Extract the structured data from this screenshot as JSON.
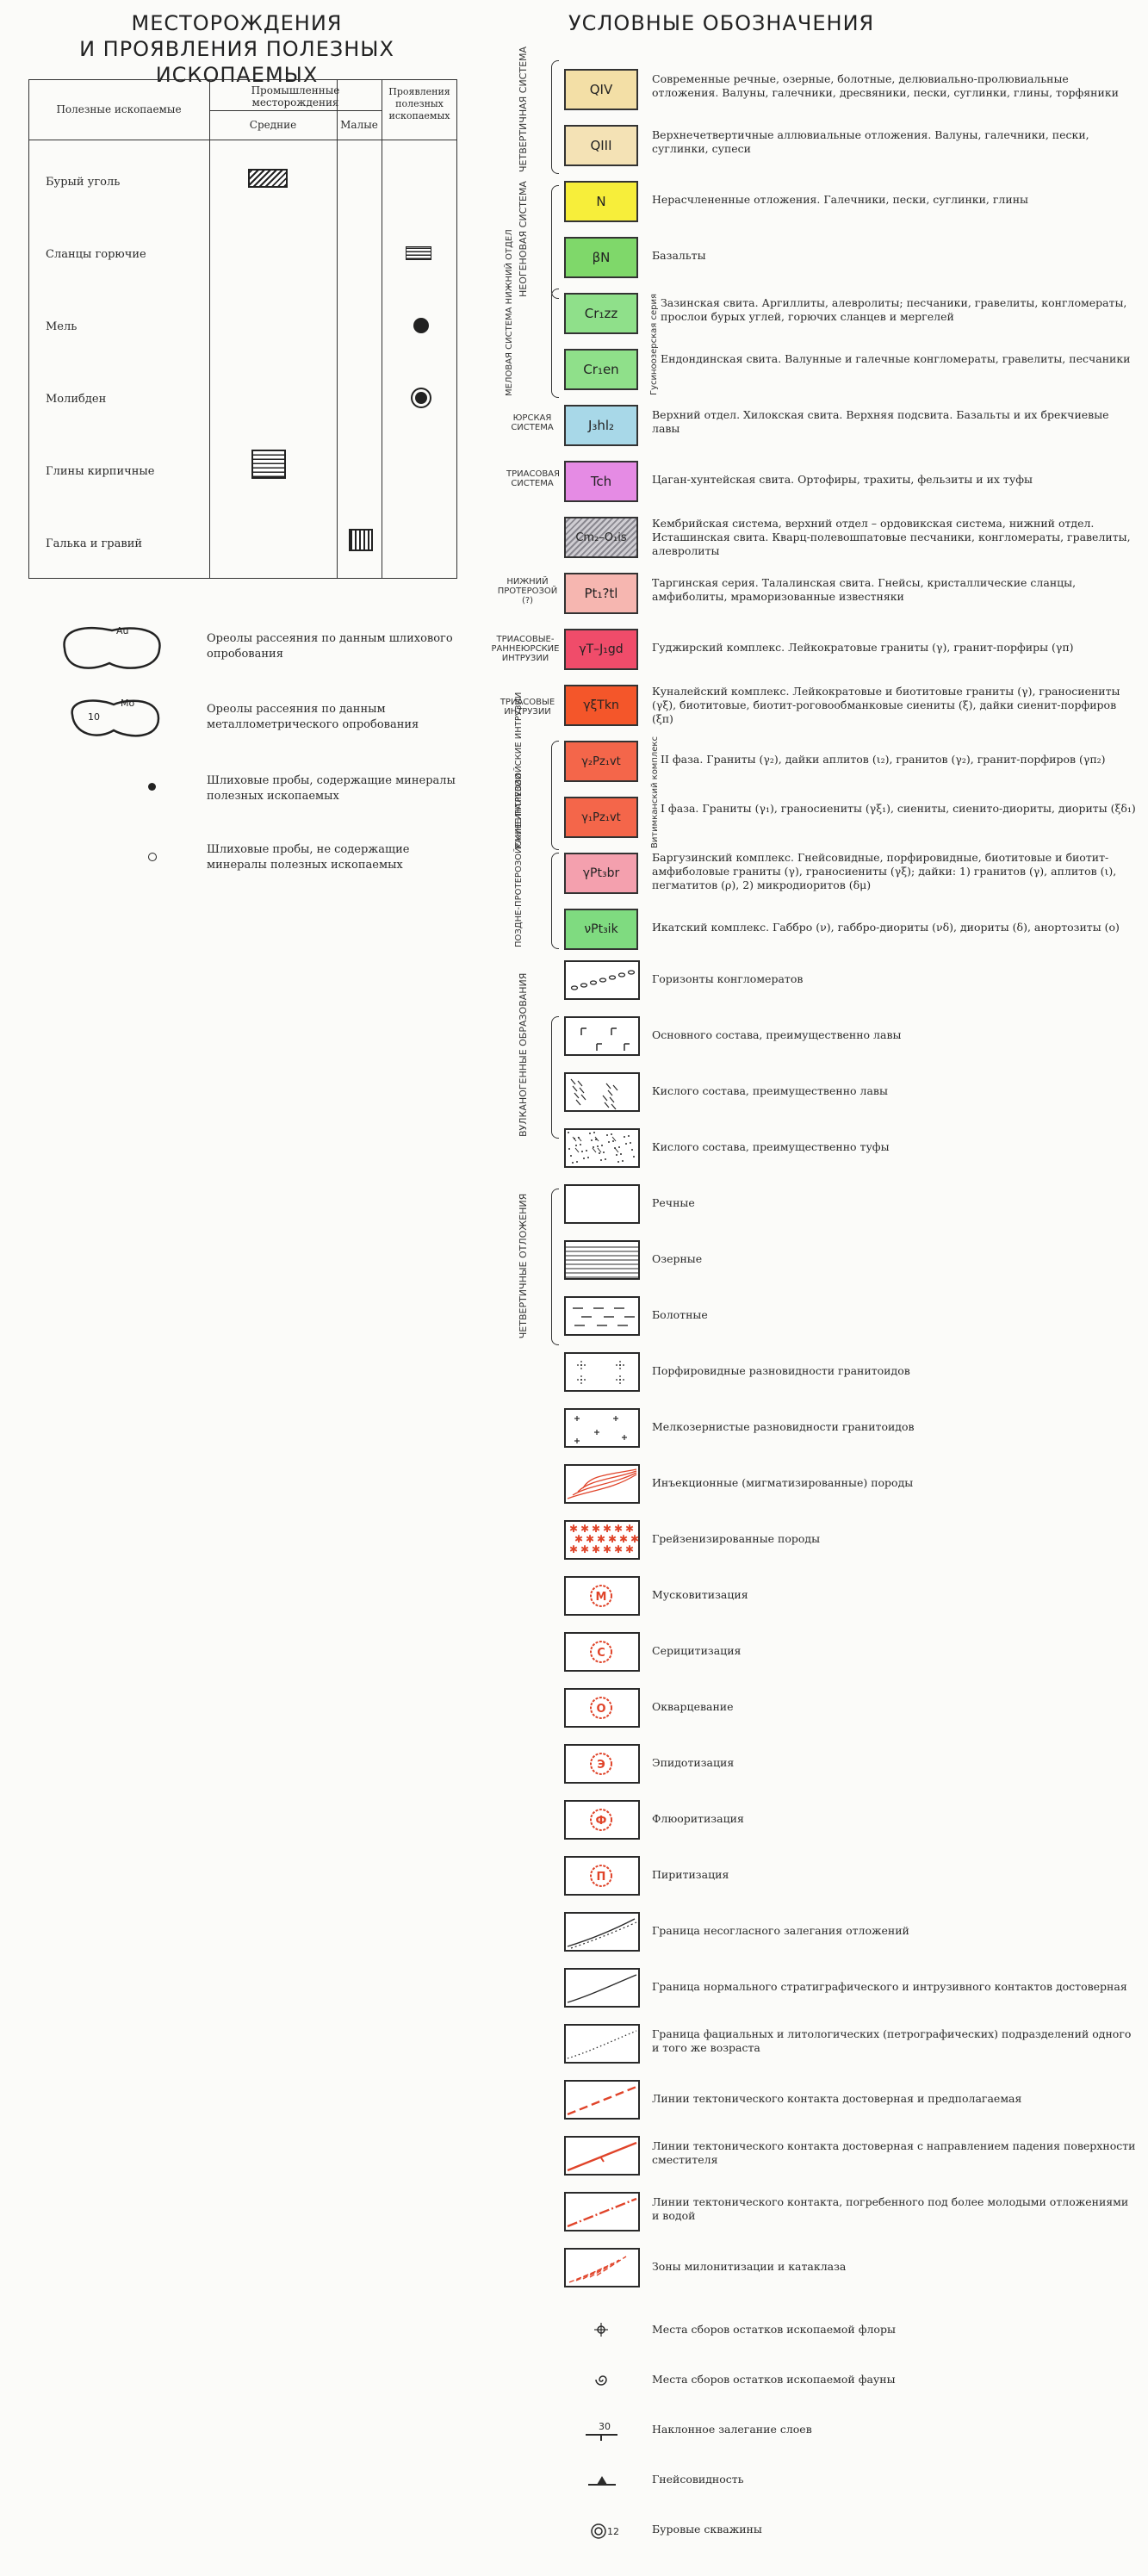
{
  "titles": {
    "left": [
      "МЕСТОРОЖДЕНИЯ",
      "И ПРОЯВЛЕНИЯ ПОЛЕЗНЫХ ИСКОПАЕМЫХ"
    ],
    "right": "УСЛОВНЫЕ ОБОЗНАЧЕНИЯ"
  },
  "deposits": {
    "headers": {
      "mineral": "Полезные ископаемые",
      "industrial": "Промышленные месторождения",
      "medium": "Средние",
      "small": "Малые",
      "occurrences": "Проявления полезных ископаемых"
    },
    "rows": [
      {
        "name": "Бурый уголь",
        "symbol": "brown-coal-hatch",
        "column": "medium"
      },
      {
        "name": "Сланцы горючие",
        "symbol": "oil-shale-hatch",
        "column": "occurrences"
      },
      {
        "name": "Мель",
        "symbol": "copper-dot",
        "column": "occurrences"
      },
      {
        "name": "Молибден",
        "symbol": "molybdenum-sun",
        "column": "occurrences"
      },
      {
        "name": "Глины кирпичные",
        "symbol": "brick-clay-grid",
        "column": "medium"
      },
      {
        "name": "Галька и гравий",
        "symbol": "gravel-grid",
        "column": "small"
      }
    ]
  },
  "sampling": [
    {
      "text": "Ореолы рассеяния по данным шлихового опробования",
      "label": "Au"
    },
    {
      "text": "Ореолы рассеяния по данным металлометрического опробования",
      "labels": [
        "10",
        "Mo"
      ]
    },
    {
      "text": "Шлиховые пробы, содержащие минералы полезных ископаемых"
    },
    {
      "text": "Шлиховые пробы, не содержащие минералы полезных ископаемых"
    }
  ],
  "groups": {
    "quaternary_system": "ЧЕТВЕРТИЧНАЯ СИСТЕМА",
    "neogene_system": "НЕОГЕНОВАЯ СИСТЕМА",
    "cretaceous": "МЕЛОВАЯ СИСТЕМА НИЖНИЙ ОТДЕЛ",
    "gusinoozersk": "Гусиноозерская серия",
    "jurassic": "ЮРСКАЯ СИСТЕМА",
    "triassic": "ТРИАСОВАЯ СИСТЕМА",
    "lower_proterozoic": "НИЖНИЙ ПРОТЕРОЗОЙ (?)",
    "triassic_early_jurassic": "ТРИАСОВЫЕ-РАННЕЮРСКИЕ ИНТРУЗИИ",
    "triassic_intrusions": "ТРИАСОВЫЕ ИНТРУЗИИ",
    "early_paleozoic": "РАННЕ-ПАЛЕОЗОЙСКИЕ ИНТРУЗИИ",
    "vitim": "Витимканский комплекс",
    "late_proterozoic": "ПОЗДНЕ-ПРОТЕРОЗОЙСКИЕ ИНТРУЗИИ",
    "volcanogenic": "ВУЛКАНОГЕННЫЕ ОБРАЗОВАНИЯ",
    "quaternary_deposits": "ЧЕТВЕРТИЧНЫЕ ОТЛОЖЕНИЯ"
  },
  "legend": [
    {
      "code": "Q_IV",
      "label": "QIV",
      "color": "#f3dfa6",
      "text": "Современные речные, озерные, болотные, делювиально-пролювиальные отложения. Валуны, галечники, дресвяники, пески, суглинки, глины, торфяники"
    },
    {
      "code": "Q_III",
      "label": "QIII",
      "color": "#f4e2b5",
      "text": "Верхнечетвертичные аллювиальные отложения. Валуны, галечники, пески, суглинки, супеси"
    },
    {
      "code": "N",
      "label": "N",
      "color": "#f7ee3a",
      "text": "Нерасчлененные отложения. Галечники, пески, суглинки, глины"
    },
    {
      "code": "betaN",
      "label": "βN",
      "color": "#7fd86a",
      "text": "Базальты"
    },
    {
      "code": "Cr1zz",
      "label": "Cr₁zz",
      "color": "#8fe08a",
      "text": "Зазинская свита. Аргиллиты, алевролиты; песчаники, гравелиты, конгломераты, прослои бурых углей, горючих сланцев и мергелей"
    },
    {
      "code": "Cr1en",
      "label": "Cr₁en",
      "color": "#8fe08a",
      "text": "Ендондинская свита. Валунные и галечные конгломераты, гравелиты, песчаники"
    },
    {
      "code": "J3hl2",
      "label": "J₃hl₂",
      "color": "#a8d8e8",
      "text": "Верхний отдел. Хилокская свита. Верхняя подсвита. Базальты и их брекчиевые лавы"
    },
    {
      "code": "Tch",
      "label": "Tch",
      "color": "#e58be4",
      "text": "Цаган-хунтейская свита. Ортофиры, трахиты, фельзиты и их туфы"
    },
    {
      "code": "Cm2-O1is",
      "label": "Cm₂–O₁is",
      "color": "#b5b3b8",
      "text": "Кембрийская система, верхний отдел – ордовикская система, нижний отдел. Исташинская свита. Кварц-полевошпатовые песчаники, конгломераты, гравелиты, алевролиты"
    },
    {
      "code": "Pt1?tl",
      "label": "Pt₁?tl",
      "color": "#f6b6b0",
      "text": "Таргинская серия. Талалинская свита. Гнейсы, кристаллические сланцы, амфиболиты, мраморизованные известняки"
    },
    {
      "code": "gammaT-J1gd",
      "label": "γT–J₁gd",
      "color": "#f04c6a",
      "text": "Гуджирский комплекс. Лейкократовые граниты (γ), гранит-порфиры (γπ)"
    },
    {
      "code": "gammaXiTkn",
      "label": "γξTkn",
      "color": "#f4562a",
      "text": "Куналейский комплекс. Лейкократовые и биотитовые граниты (γ), граносиениты (γξ), биотитовые, биотит-роговообманковые сиениты (ξ), дайки сиенит-порфиров (ξπ)"
    },
    {
      "code": "gamma2Pz1vt",
      "label": "γ₂Pz₁vt",
      "color": "#f4664a",
      "text": "II фаза. Граниты (γ₂), дайки аплитов (ι₂), гранитов (γ₂), гранит-порфиров (γπ₂)"
    },
    {
      "code": "gamma1Pz1vt",
      "label": "γ₁Pz₁vt",
      "color": "#f4664a",
      "text": "I фаза. Граниты (γ₁), граносиениты (γξ₁), сиениты, сиенито-диориты, диориты (ξδ₁)"
    },
    {
      "code": "gammaPt3br",
      "label": "γPt₃br",
      "color": "#f4a0ae",
      "text": "Баргузинский комплекс. Гнейсовидные, порфировидные, биотитовые и биотит-амфиболовые граниты (γ), граносиениты (γξ); дайки: 1) гранитов (γ), аплитов (ι), пегматитов (ρ), 2) микродиоритов (δμ)"
    },
    {
      "code": "nuPt3ik",
      "label": "νPt₃ik",
      "color": "#7fdb80",
      "text": "Икатский комплекс. Габбро (ν), габбро-диориты (νδ), диориты (δ), анортозиты (ο)"
    }
  ],
  "patterns": [
    {
      "name": "conglomerate-horizons",
      "text": "Горизонты конгломератов"
    },
    {
      "name": "basic-lavas",
      "text": "Основного состава, преимущественно лавы"
    },
    {
      "name": "acid-lavas",
      "text": "Кислого состава, преимущественно лавы"
    },
    {
      "name": "acid-tuffs",
      "text": "Кислого состава, преимущественно туфы"
    },
    {
      "name": "river",
      "text": "Речные"
    },
    {
      "name": "lake",
      "text": "Озерные"
    },
    {
      "name": "swamp",
      "text": "Болотные"
    },
    {
      "name": "porphyry",
      "text": "Порфировидные разновидности гранитоидов"
    },
    {
      "name": "fine-grained",
      "text": "Мелкозернистые разновидности гранитоидов"
    },
    {
      "name": "injection",
      "text": "Инъекционные (мигматизированные) породы"
    },
    {
      "name": "greisen",
      "text": "Грейзенизированные породы"
    },
    {
      "name": "muscovitization",
      "text": "Мусковитизация",
      "letter": "М"
    },
    {
      "name": "sericitization",
      "text": "Серицитизация",
      "letter": "С"
    },
    {
      "name": "silicification",
      "text": "Окварцевание",
      "letter": "О"
    },
    {
      "name": "epidotization",
      "text": "Эпидотизация",
      "letter": "Э"
    },
    {
      "name": "fluoritization",
      "text": "Флюоритизация",
      "letter": "Ф"
    },
    {
      "name": "pyritization",
      "text": "Пиритизация",
      "letter": "П"
    },
    {
      "name": "unconformity",
      "text": "Граница несогласного залегания отложений"
    },
    {
      "name": "normal-contact",
      "text": "Граница нормального стратиграфического и интрузивного контактов достоверная"
    },
    {
      "name": "facies-boundary",
      "text": "Граница фациальных и литологических (петрографических) подразделений одного и того же возраста"
    },
    {
      "name": "tectonic-contact",
      "text": "Линии тектонического контакта достоверная и предполагаемая"
    },
    {
      "name": "tectonic-dip",
      "text": "Линии тектонического контакта достоверная с направлением падения поверхности сместителя"
    },
    {
      "name": "tectonic-buried",
      "text": "Линии тектонического контакта, погребенного под более молодыми отложениями и водой"
    },
    {
      "name": "mylonite",
      "text": "Зоны милонитизации и катаклаза"
    }
  ],
  "symbols": [
    {
      "name": "flora-site",
      "text": "Места сборов остатков ископаемой флоры"
    },
    {
      "name": "fauna-site",
      "text": "Места сборов остатков ископаемой фауны"
    },
    {
      "name": "dip",
      "text": "Наклонное залегание слоев",
      "value": "30"
    },
    {
      "name": "gneissosity",
      "text": "Гнейсовидность"
    },
    {
      "name": "borehole",
      "text": "Буровые скважины",
      "value": "12"
    }
  ],
  "colors": {
    "accent_red": "#e0442a",
    "ink": "#2a2a2a",
    "paper": "#fbfbf9"
  }
}
